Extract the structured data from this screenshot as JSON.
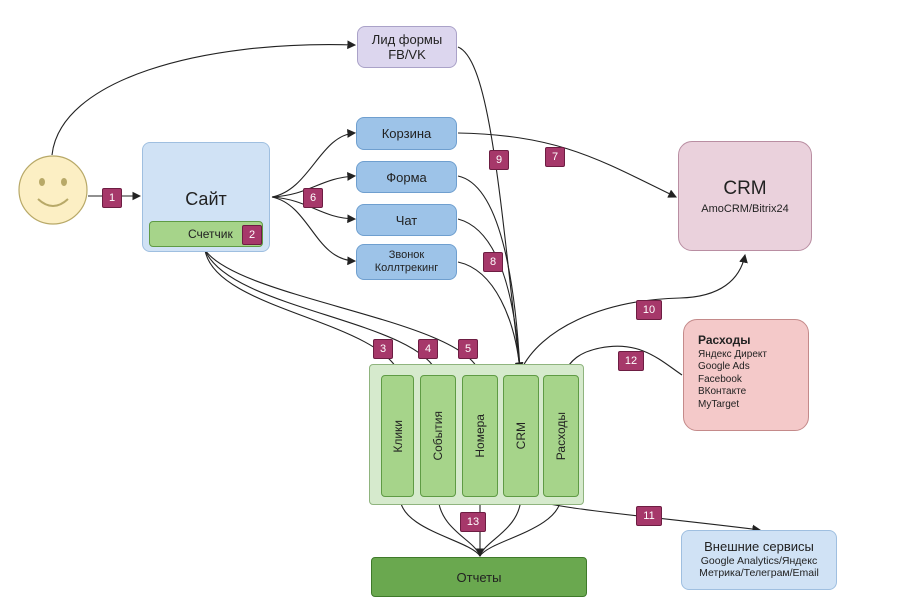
{
  "nodes": {
    "leads": {
      "line1": "Лид формы",
      "line2": "FB/VK"
    },
    "site": {
      "title": "Сайт",
      "counter": "Счетчик"
    },
    "cart": "Корзина",
    "form": "Форма",
    "chat": "Чат",
    "call": {
      "line1": "Звонок",
      "line2": "Коллтрекинг"
    },
    "crm": {
      "title": "CRM",
      "subtitle": "AmoCRM/Bitrix24"
    },
    "expenses": {
      "title": "Расходы",
      "items": [
        "Яндекс Директ",
        "Google Ads",
        "Facebook",
        "ВКонтакте",
        "MyTarget"
      ]
    },
    "columns": [
      "Клики",
      "События",
      "Номера",
      "CRM",
      "Расходы"
    ],
    "reports": "Отчеты",
    "external": {
      "title": "Внешние сервисы",
      "line2": "Google Analytics/Яндекс",
      "line3": "Метрика/Телеграм/Email"
    }
  },
  "badges": [
    "1",
    "2",
    "3",
    "4",
    "5",
    "6",
    "7",
    "8",
    "9",
    "10",
    "11",
    "12",
    "13"
  ],
  "colors": {
    "badge": "#a6386a",
    "blue": "#9dc3e8",
    "green": "#a6d48a",
    "dark_green": "#6aa84f",
    "pink": "#ead1dc"
  }
}
